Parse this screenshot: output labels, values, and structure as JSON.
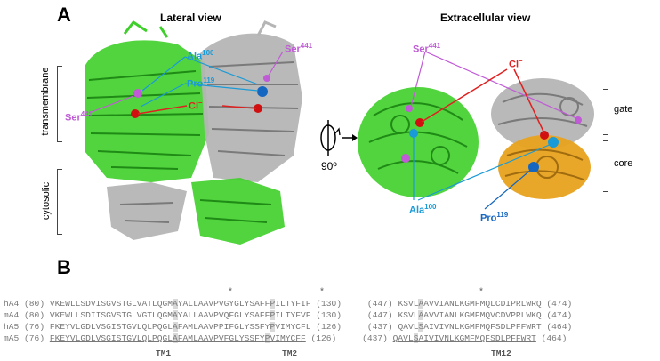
{
  "panel_a": {
    "letter": "A",
    "lateral_title": "Lateral view",
    "extracellular_title": "Extracellular view",
    "region_transmembrane": "transmembrane",
    "region_cytosolic": "cytosolic",
    "rotation_label": "90º",
    "region_gate": "gate",
    "region_core": "core",
    "labels": {
      "ala": {
        "name": "Ala",
        "sup": "100"
      },
      "pro": {
        "name": "Pro",
        "sup": "119"
      },
      "ser": {
        "name": "Ser",
        "sup": "441"
      },
      "cl": {
        "name": "Cl",
        "sup": "–"
      }
    },
    "colors": {
      "chain_a": "#3fcf2a",
      "chain_b": "#a8a8a8",
      "core": "#e8a21f",
      "ala": "#1a9ad6",
      "pro": "#1566c0",
      "ser": "#c05ad6",
      "cl": "#d01010"
    }
  },
  "panel_b": {
    "letter": "B",
    "rows": [
      {
        "name": "hA4",
        "s1": "(80)",
        "seg1a": "VKEWLLSDVISGVSTGLVATLQGM",
        "seg1hl": "A",
        "seg1b": "YALLAAVPVGYGLYSAFF",
        "seg1hl2": "P",
        "seg1c": "ILTYFIF",
        "e1": "(130)",
        "s2": "(447)",
        "seg2a": "KSVL",
        "seg2hl": "A",
        "seg2b": "AVVIANLKGMFMQLCDIPRLWRQ",
        "e2": "(474)"
      },
      {
        "name": "mA4",
        "s1": "(80)",
        "seg1a": "VKEWLLSDIISGVSTGLVGTLQGM",
        "seg1hl": "A",
        "seg1b": "YALLAAVPVQFGLYSAFF",
        "seg1hl2": "P",
        "seg1c": "ILTYFVF",
        "e1": "(130)",
        "s2": "(447)",
        "seg2a": "KSVL",
        "seg2hl": "A",
        "seg2b": "AVVIANLKGMFMQVCDVPRLWKQ",
        "e2": "(474)"
      },
      {
        "name": "hA5",
        "s1": "(76)",
        "seg1a": "FKEYVLGDLVSGISTGVLQLPQGL",
        "seg1hl": "A",
        "seg1b": "FAMLAAVPPIFGLYSSFY",
        "seg1hl2": "P",
        "seg1c": "VIMYCFL",
        "e1": "(126)",
        "s2": "(437)",
        "seg2a": "QAVL",
        "seg2hl": "S",
        "seg2b": "AIVIVNLKGMFMQFSDLPFFWRT",
        "e2": "(464)"
      },
      {
        "name": "mA5",
        "s1": "(76)",
        "seg1a": "FKEYVLGDLVSGISTGVLQLPQGL",
        "seg1hl": "A",
        "seg1b": "FAMLAAVPVFGLYSSFY",
        "seg1hl2": "P",
        "seg1c": "VIMYCFF",
        "e1": "(126)",
        "s2": "(437)",
        "seg2a": "QAVL",
        "seg2hl": "S",
        "seg2b": "AIVIVNLKGMFMQFSDLPFFWRT",
        "e2": "(464)"
      }
    ],
    "stars": [
      "*",
      "*",
      "*"
    ],
    "tm_labels": [
      "TM1",
      "TM2",
      "TM12"
    ]
  }
}
